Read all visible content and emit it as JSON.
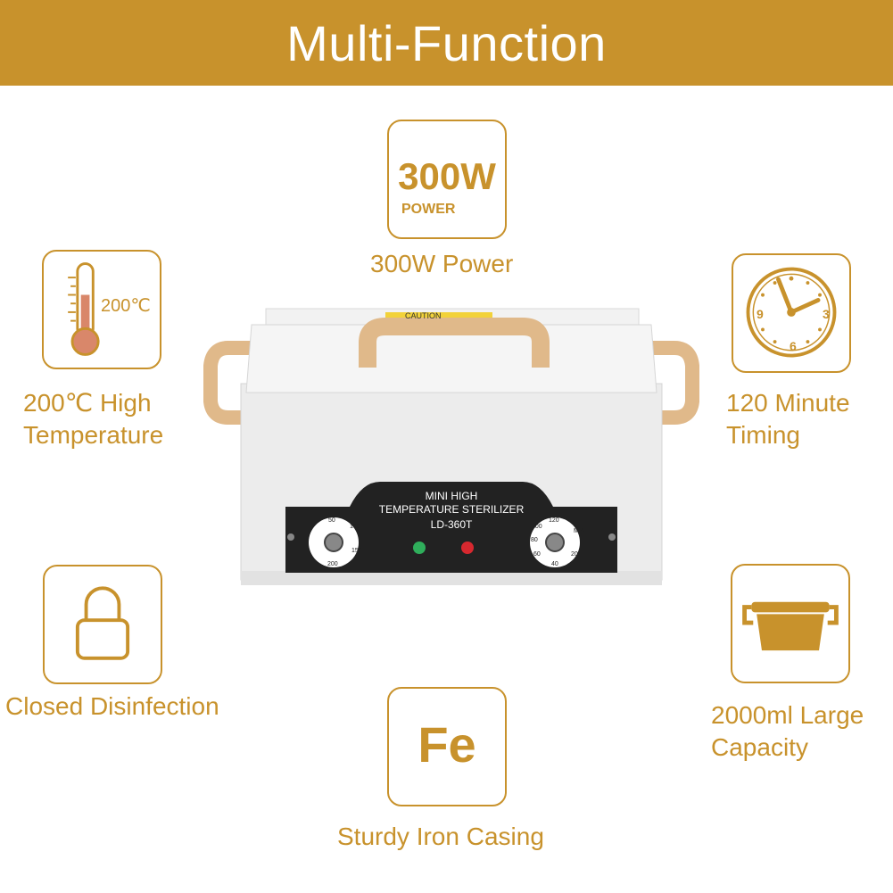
{
  "banner": {
    "title": "Multi-Function"
  },
  "colors": {
    "accent": "#c8922c",
    "panel": "#222222",
    "handle": "#e0b98a"
  },
  "features": {
    "power": {
      "icon": "power-badge-icon",
      "badge_value": "300W",
      "badge_unit": "POWER",
      "label": "300W Power"
    },
    "temperature": {
      "icon": "thermometer-icon",
      "reading": "200℃",
      "label_line1": "200℃ High",
      "label_line2": "Temperature"
    },
    "timing": {
      "icon": "clock-icon",
      "dial_9": "9",
      "dial_3": "3",
      "dial_6": "6",
      "label_line1": "120 Minute",
      "label_line2": "Timing"
    },
    "closed": {
      "icon": "padlock-icon",
      "label": "Closed Disinfection"
    },
    "capacity": {
      "icon": "container-icon",
      "label_line1": "2000ml Large",
      "label_line2": "Capacity"
    },
    "casing": {
      "icon": "iron-fe-icon",
      "symbol": "Fe",
      "label": "Sturdy Iron Casing"
    }
  },
  "product": {
    "panel_line1": "MINI HIGH",
    "panel_line2": "TEMPERATURE STERILIZER",
    "model": "LD-360T",
    "lid_caution": "CAUTION",
    "temp_dial": {
      "t50": "50",
      "t100": "100",
      "t150": "150",
      "t200": "200"
    },
    "timer_dial": {
      "t120": "120",
      "t100": "100",
      "t80": "80",
      "t60": "60",
      "t40": "40",
      "t20": "20",
      "min": "MIN"
    }
  }
}
